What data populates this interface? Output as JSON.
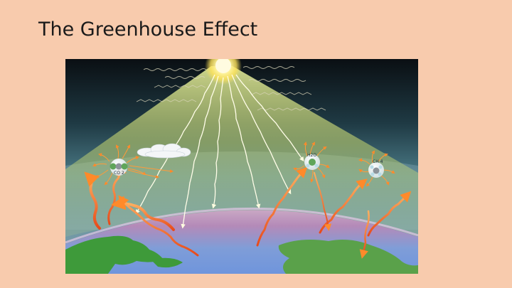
{
  "slide": {
    "title": "The Greenhouse Effect"
  },
  "illustration": {
    "molecule_labels": {
      "co2": "CO 2",
      "h2o": "H2O",
      "ch4": "CH 4"
    }
  },
  "colors": {
    "background": "#f8cbad",
    "sky_top": "#0b1116",
    "atmosphere": "#4f7f8a",
    "sun": "#fff3a0",
    "reflected_arrow": "#f08a3a",
    "incoming_ray": "#fffde8",
    "land": "#3e8f3a"
  }
}
